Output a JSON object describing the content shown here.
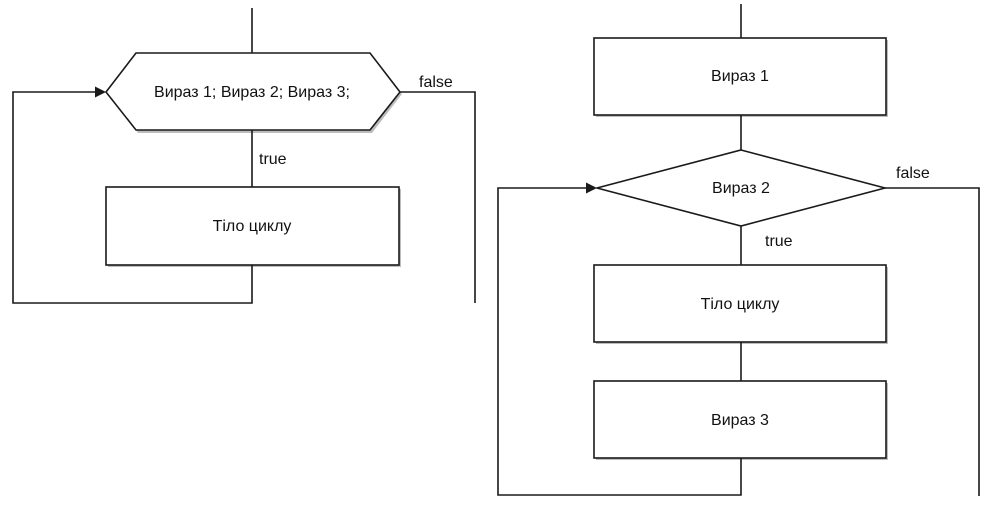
{
  "left_flowchart": {
    "header_label": "Вираз 1; Вираз 2; Вираз 3;",
    "true_label": "true",
    "false_label": "false",
    "body_label": "Тіло циклу"
  },
  "right_flowchart": {
    "init_label": "Вираз 1",
    "condition_label": "Вираз 2",
    "true_label": "true",
    "false_label": "false",
    "body_label": "Тіло циклу",
    "step_label": "Вираз 3"
  }
}
